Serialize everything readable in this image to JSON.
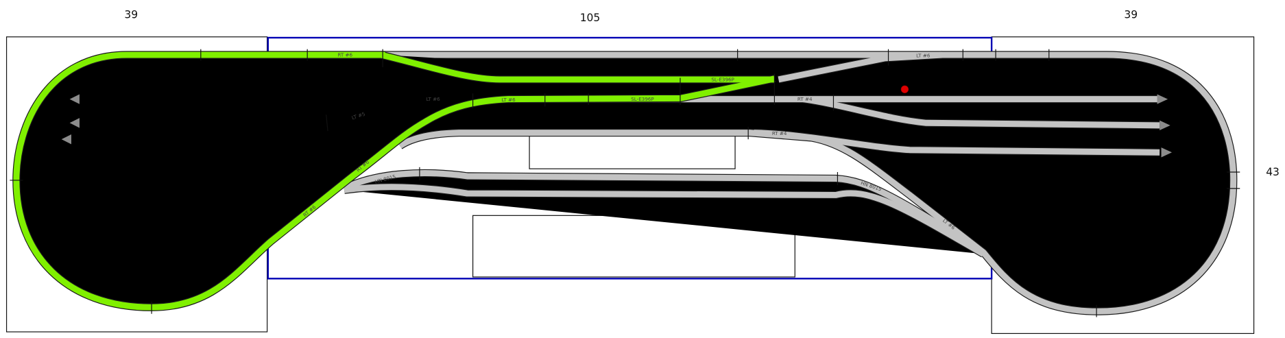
{
  "dimensions": {
    "left_width": "39",
    "center_width": "105",
    "right_width": "39",
    "height": "43"
  },
  "turnout_labels": [
    "RT #6",
    "LT #6",
    "LT #6",
    "LT #5",
    "SL-E396P",
    "SL-E396P",
    "RT #4",
    "RT #4",
    "LT #6",
    "RT #6",
    "RT #6",
    "HN 8015",
    "HN 8015",
    "LT #6"
  ],
  "colors": {
    "selected_track": "#80f000",
    "track": "#c3c3c3",
    "center_board": "#0000b4",
    "marker": "#e00000"
  }
}
